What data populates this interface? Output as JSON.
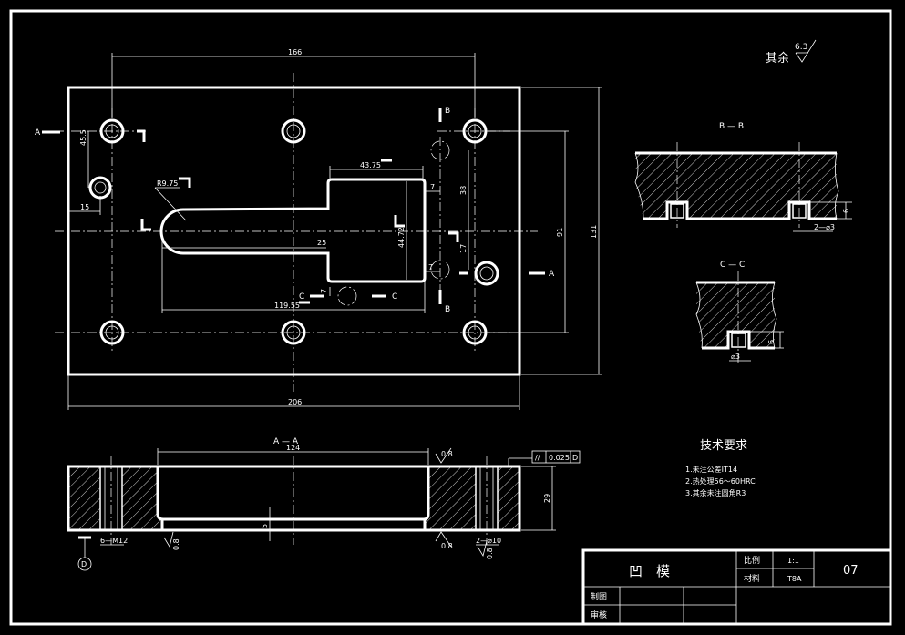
{
  "surface_finish_default": {
    "label": "其余",
    "value": "6.3"
  },
  "top_view": {
    "dims": {
      "overall_length": "206",
      "hole_span": "166",
      "height_overall": "131",
      "hole_row_span": "91",
      "left_offset": "15",
      "hole_vertical": "45.5",
      "slot_radius": "R9.75",
      "slot_width_top": "43.75",
      "slot_height": "44.72",
      "slot_neck": "25",
      "slot_length": "119.55",
      "small_7a": "7",
      "small_7b": "7",
      "small_38": "38",
      "small_17": "17",
      "small_7c": "7"
    },
    "section_marks": {
      "a_left": "A",
      "a_right": "A",
      "b_top": "B",
      "b_bottom": "B",
      "c_left": "C",
      "c_right": "C"
    }
  },
  "section_bb": {
    "title": "B — B",
    "dim_depth": "6",
    "dim_hole": "2—⌀3"
  },
  "section_cc": {
    "title": "C — C",
    "dim_depth": "6",
    "dim_hole": "⌀3"
  },
  "section_aa": {
    "title": "A — A",
    "dim_width": "124",
    "dim_height": "29",
    "dim_depth": "5",
    "roughness_top": "0.8",
    "roughness_bottom": "0.8",
    "roughness_left": "0.8",
    "roughness_right": "0.8",
    "holes_left": "6—M12",
    "holes_right": "2—⌀10",
    "tolerance_symbol": "//",
    "tolerance_value": "0.025",
    "tolerance_datum": "D",
    "datum_label": "D"
  },
  "tech_requirements": {
    "title": "技术要求",
    "items": [
      "1.未注公差IT14",
      "2.热处理56～60HRC",
      "3.其余未注圆角R3"
    ]
  },
  "title_block": {
    "part_name": "凹　模",
    "scale_label": "比例",
    "scale_value": "1:1",
    "material_label": "材料",
    "material_value": "T8A",
    "drawing_number": "07",
    "drawn_by_label": "制图",
    "checked_by_label": "审核"
  }
}
